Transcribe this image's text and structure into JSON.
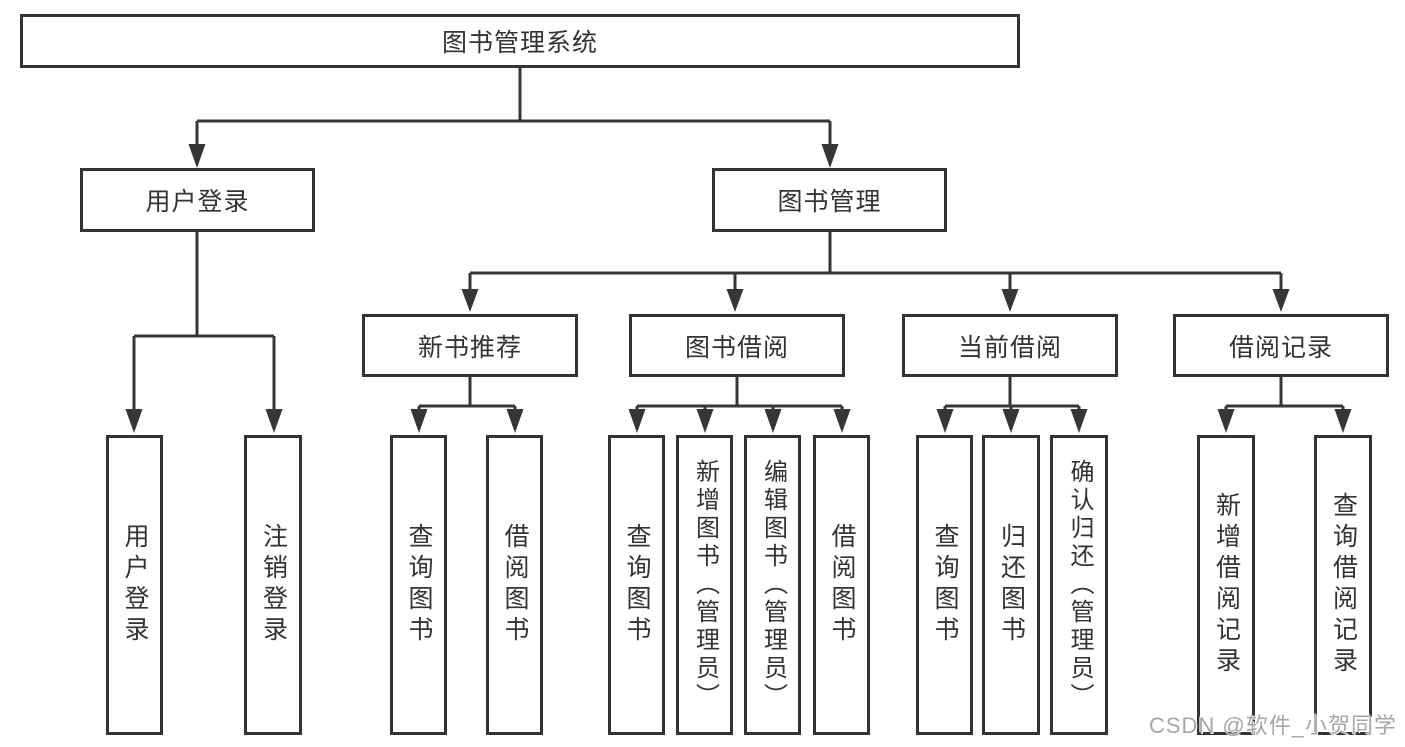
{
  "diagram": {
    "tree": {
      "root": {
        "label": "图书管理系统",
        "children": [
          {
            "label": "用户登录",
            "children": [
              {
                "label": "用户登录"
              },
              {
                "label": "注销登录"
              }
            ]
          },
          {
            "label": "图书管理",
            "children": [
              {
                "label": "新书推荐",
                "children": [
                  {
                    "label": "查询图书"
                  },
                  {
                    "label": "借阅图书"
                  }
                ]
              },
              {
                "label": "图书借阅",
                "children": [
                  {
                    "label": "查询图书"
                  },
                  {
                    "label": "新增图书（管理员）"
                  },
                  {
                    "label": "编辑图书（管理员）"
                  },
                  {
                    "label": "借阅图书"
                  }
                ]
              },
              {
                "label": "当前借阅",
                "children": [
                  {
                    "label": "查询图书"
                  },
                  {
                    "label": "归还图书"
                  },
                  {
                    "label": "确认归还（管理员）"
                  }
                ]
              },
              {
                "label": "借阅记录",
                "children": [
                  {
                    "label": "新增借阅记录"
                  },
                  {
                    "label": "查询借阅记录"
                  }
                ]
              }
            ]
          }
        ]
      }
    },
    "colors": {
      "line": "#363636",
      "box_border": "#333333",
      "text": "#333333",
      "background": "#ffffff",
      "watermark": "#a6a6a6"
    }
  },
  "watermark": {
    "text": "CSDN @软件_小贺同学"
  }
}
